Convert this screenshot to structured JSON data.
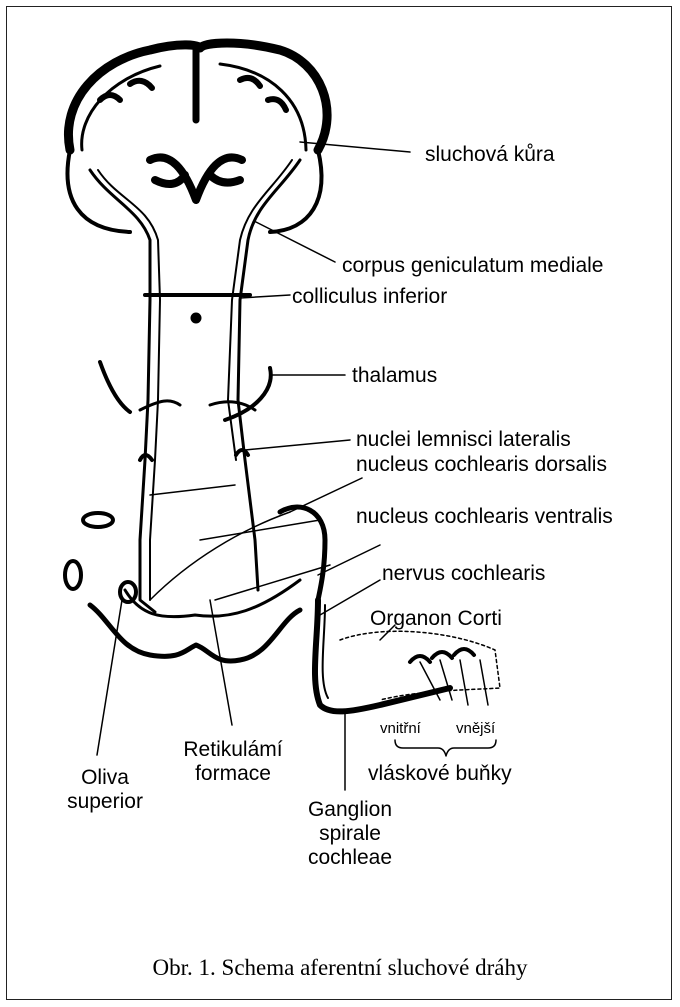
{
  "figure": {
    "caption": "Obr. 1.  Schema aferentní sluchové dráhy"
  },
  "labels": {
    "auditory_cortex": "sluchová kůra",
    "corpus_geniculatum": "corpus geniculatum mediale",
    "colliculus": "colliculus inferior",
    "thalamus": "thalamus",
    "nuclei_lemnisci": "nuclei lemnisci lateralis",
    "nucleus_dorsalis": "nucleus cochlearis dorsalis",
    "nucleus_ventralis": "nucleus cochlearis ventralis",
    "nervus": "nervus cochlearis",
    "organon": "Organon Corti",
    "inner": "vnitřní",
    "outer": "vnější",
    "hair_cells": "vláskové buňky",
    "oliva_1": "Oliva",
    "oliva_2": "superior",
    "retikularni_1": "Retikulámí",
    "retikularni_2": "formace",
    "ganglion_1": "Ganglion",
    "ganglion_2": "spirale",
    "ganglion_3": "cochleae"
  }
}
